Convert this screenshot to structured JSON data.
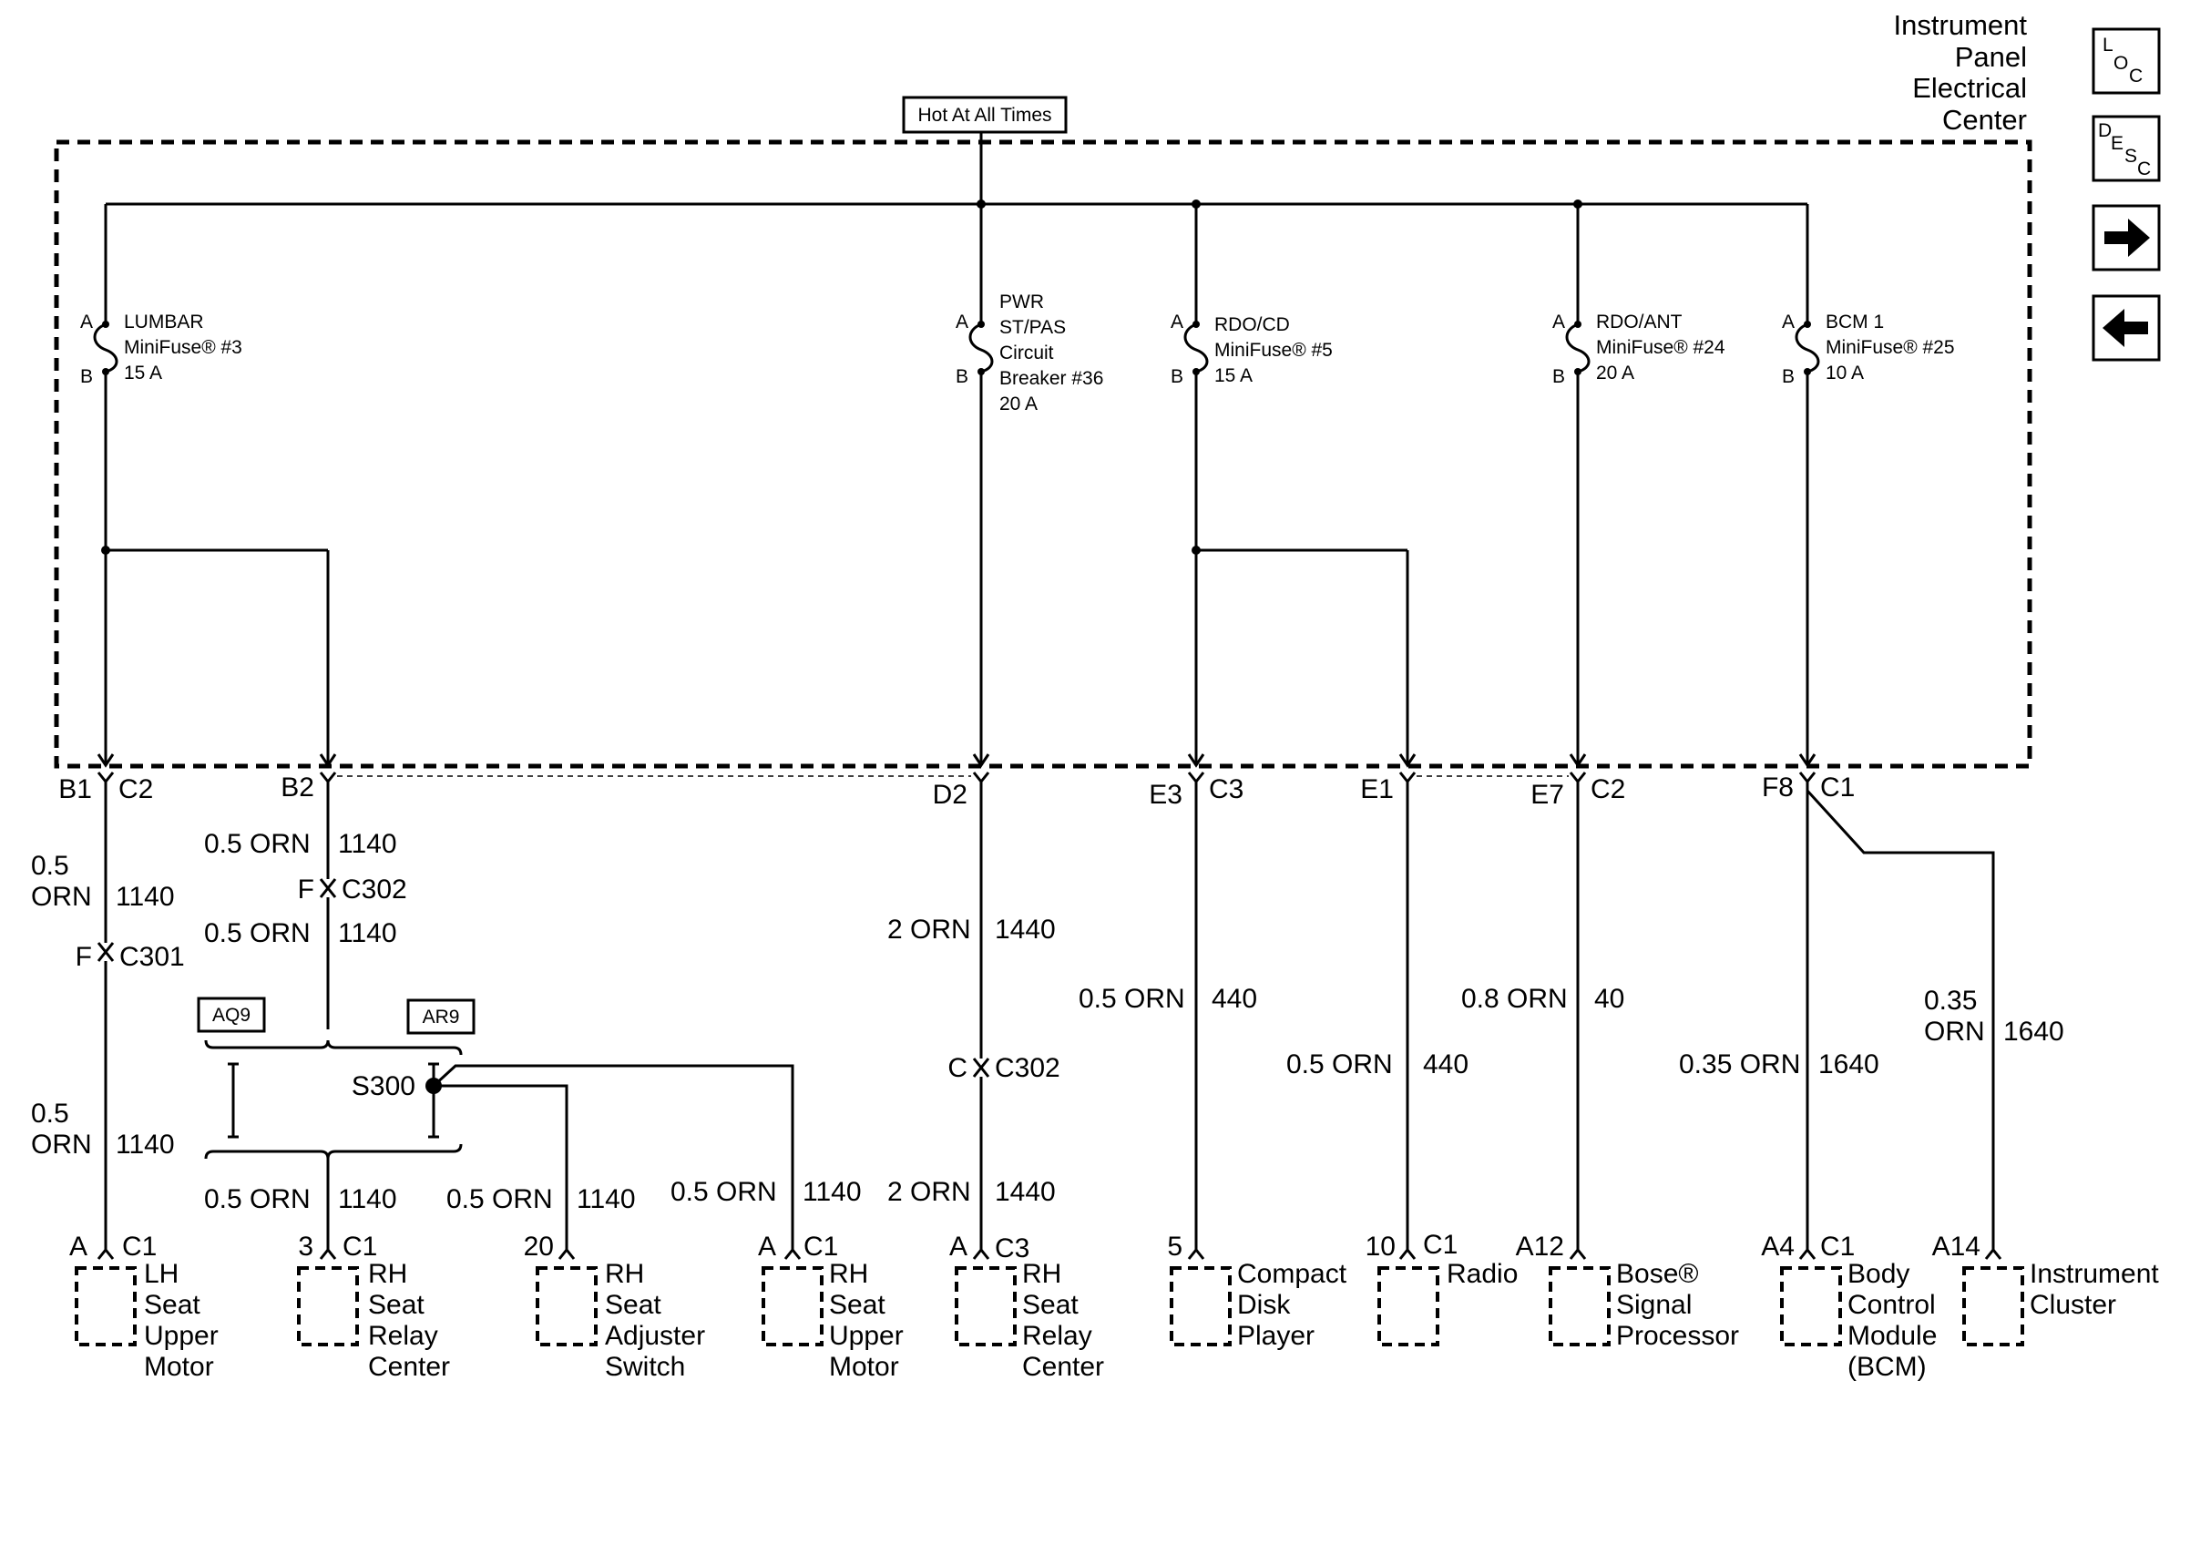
{
  "panel": {
    "title_lines": [
      "Instrument",
      "Panel",
      "Electrical",
      "Center"
    ],
    "hot_label": "Hot At All Times"
  },
  "nav": {
    "loc_letters": [
      "L",
      "O",
      "C"
    ],
    "desc_letters": [
      "D",
      "E",
      "S",
      "C"
    ],
    "forward_icon": "arrow-right-icon",
    "back_icon": "arrow-left-icon"
  },
  "fuses": [
    {
      "pin_a": "A",
      "pin_b": "B",
      "lines": [
        "LUMBAR",
        "MiniFuse® #3",
        "15 A"
      ]
    },
    {
      "pin_a": "A",
      "pin_b": "B",
      "lines": [
        "PWR",
        "ST/PAS",
        "Circuit",
        "Breaker #36",
        "20 A"
      ]
    },
    {
      "pin_a": "A",
      "pin_b": "B",
      "lines": [
        "RDO/CD",
        "MiniFuse® #5",
        "15 A"
      ]
    },
    {
      "pin_a": "A",
      "pin_b": "B",
      "lines": [
        "RDO/ANT",
        "MiniFuse® #24",
        "20 A"
      ]
    },
    {
      "pin_a": "A",
      "pin_b": "B",
      "lines": [
        "BCM 1",
        "MiniFuse® #25",
        "10 A"
      ]
    }
  ],
  "outputs": [
    {
      "pin": "B1",
      "conn": "C2"
    },
    {
      "pin": "B2",
      "conn": ""
    },
    {
      "pin": "D2",
      "conn": ""
    },
    {
      "pin": "E3",
      "conn": "C3"
    },
    {
      "pin": "E1",
      "conn": ""
    },
    {
      "pin": "E7",
      "conn": "C2"
    },
    {
      "pin": "F8",
      "conn": "C1"
    }
  ],
  "inline_connectors": [
    {
      "pin": "F",
      "conn": "C301"
    },
    {
      "pin": "F",
      "conn": "C302"
    },
    {
      "pin": "C",
      "conn": "C302"
    }
  ],
  "wires": [
    {
      "size": "0.5",
      "color": "ORN",
      "circuit": "1140"
    },
    {
      "size": "0.5",
      "color": "ORN",
      "circuit": "1140"
    },
    {
      "size": "0.5 ORN",
      "circuit": "1140"
    },
    {
      "size": "0.5 ORN",
      "circuit": "1140"
    },
    {
      "size": "0.5 ORN",
      "circuit": "1140"
    },
    {
      "size": "0.5 ORN",
      "circuit": "1140"
    },
    {
      "size": "0.5 ORN",
      "circuit": "1140"
    },
    {
      "size": "2 ORN",
      "circuit": "1440"
    },
    {
      "size": "2 ORN",
      "circuit": "1440"
    },
    {
      "size": "0.5 ORN",
      "circuit": "440"
    },
    {
      "size": "0.5 ORN",
      "circuit": "440"
    },
    {
      "size": "0.8 ORN",
      "circuit": "40"
    },
    {
      "size": "0.35 ORN",
      "circuit": "1640"
    },
    {
      "size": "0.35",
      "color": "ORN",
      "circuit": "1640"
    }
  ],
  "splice": {
    "name": "S300",
    "options": [
      "AQ9",
      "AR9"
    ]
  },
  "components": [
    {
      "pin": "A",
      "conn": "C1",
      "name": [
        "LH",
        "Seat",
        "Upper",
        "Motor"
      ]
    },
    {
      "pin": "3",
      "conn": "C1",
      "name": [
        "RH",
        "Seat",
        "Relay",
        "Center"
      ]
    },
    {
      "pin": "20",
      "conn": "",
      "name": [
        "RH",
        "Seat",
        "Adjuster",
        "Switch"
      ]
    },
    {
      "pin": "A",
      "conn": "C1",
      "name": [
        "RH",
        "Seat",
        "Upper",
        "Motor"
      ]
    },
    {
      "pin": "A",
      "conn": "C3",
      "name": [
        "RH",
        "Seat",
        "Relay",
        "Center"
      ]
    },
    {
      "pin": "5",
      "conn": "",
      "name": [
        "Compact",
        "Disk",
        "Player"
      ]
    },
    {
      "pin": "10",
      "conn": "C1",
      "name": [
        "Radio"
      ]
    },
    {
      "pin": "A12",
      "conn": "",
      "name": [
        "Bose®",
        "Signal",
        "Processor"
      ]
    },
    {
      "pin": "A4",
      "conn": "C1",
      "name": [
        "Body",
        "Control",
        "Module",
        "(BCM)"
      ]
    },
    {
      "pin": "A14",
      "conn": "",
      "name": [
        "Instrument",
        "Cluster"
      ]
    }
  ]
}
